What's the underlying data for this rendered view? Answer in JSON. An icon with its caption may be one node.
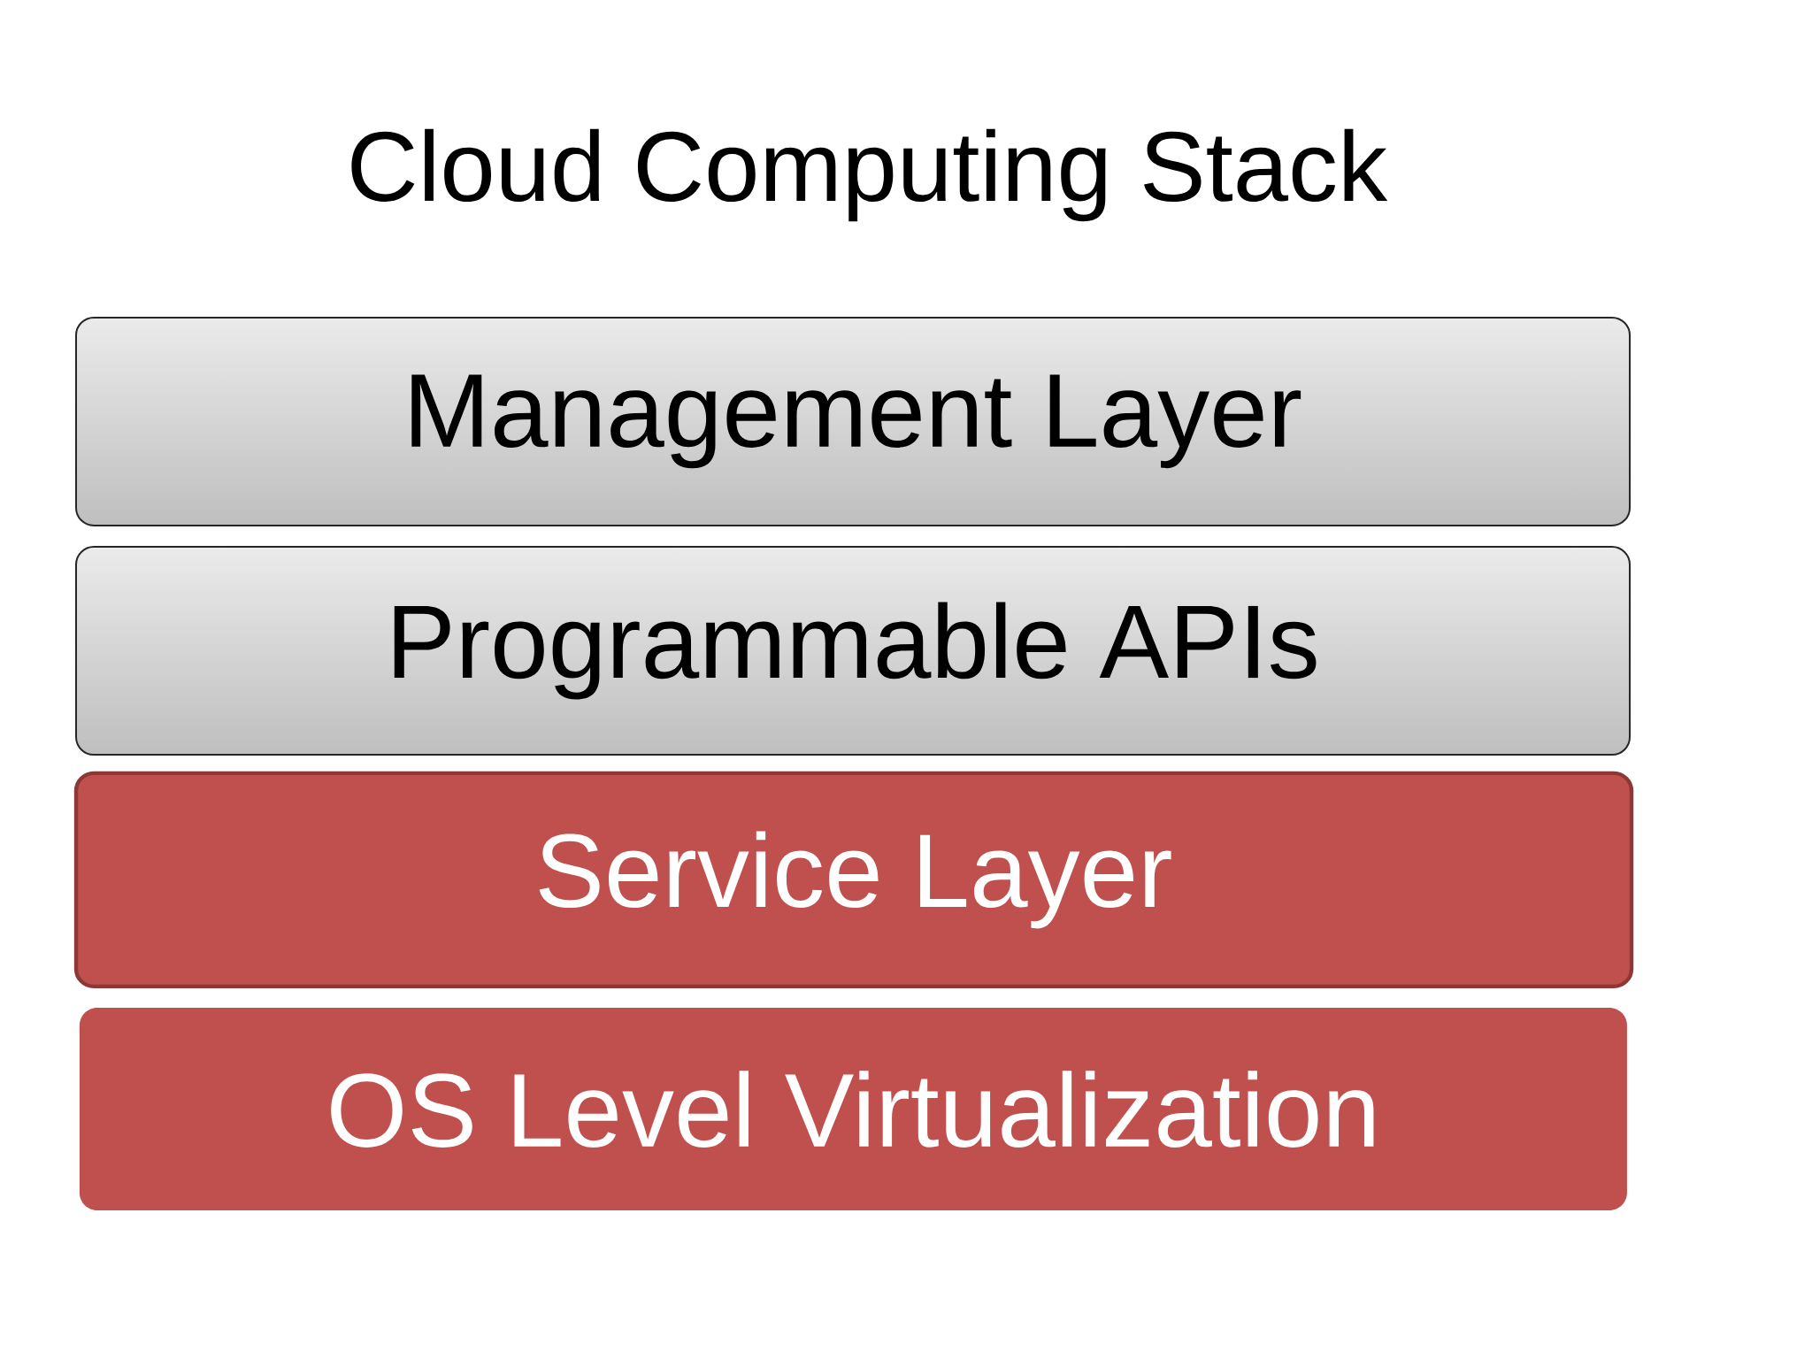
{
  "diagram": {
    "title": "Cloud Computing Stack",
    "nodes": [
      {
        "text": [
          "Management Layer"
        ]
      },
      {
        "text": [
          "Programmable APIs"
        ]
      },
      {
        "text": [
          "Service Layer"
        ]
      },
      {
        "text": [
          "OS Level Virtualization"
        ]
      }
    ]
  }
}
